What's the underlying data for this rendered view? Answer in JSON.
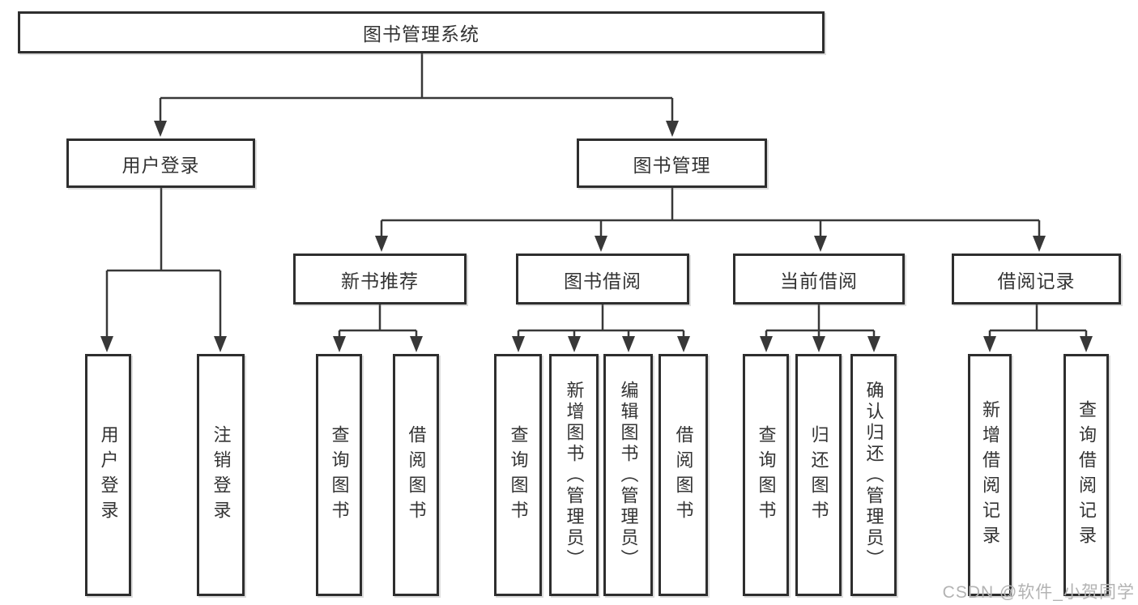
{
  "diagram_title": "图书管理系统",
  "nodes": {
    "root": {
      "label": "图书管理系统"
    },
    "l2": [
      {
        "label": "用户登录"
      },
      {
        "label": "图书管理"
      }
    ],
    "l3": [
      {
        "label": "新书推荐"
      },
      {
        "label": "图书借阅"
      },
      {
        "label": "当前借阅"
      },
      {
        "label": "借阅记录"
      }
    ],
    "leaves": [
      {
        "label": "用户登录",
        "parent": "用户登录"
      },
      {
        "label": "注销登录",
        "parent": "用户登录"
      },
      {
        "label": "查询图书",
        "parent": "新书推荐"
      },
      {
        "label": "借阅图书",
        "parent": "新书推荐"
      },
      {
        "label": "查询图书",
        "parent": "图书借阅"
      },
      {
        "label": "新增图书（管理员）",
        "parent": "图书借阅"
      },
      {
        "label": "编辑图书（管理员）",
        "parent": "图书借阅"
      },
      {
        "label": "借阅图书",
        "parent": "图书借阅"
      },
      {
        "label": "查询图书",
        "parent": "当前借阅"
      },
      {
        "label": "归还图书",
        "parent": "当前借阅"
      },
      {
        "label": "确认归还（管理员）",
        "parent": "当前借阅"
      },
      {
        "label": "新增借阅记录",
        "parent": "借阅记录"
      },
      {
        "label": "查询借阅记录",
        "parent": "借阅记录"
      }
    ]
  },
  "watermark": "CSDN @软件_小贺同学",
  "colors": {
    "box_border": "#2e2e2e",
    "connector": "#383838",
    "text": "#333333",
    "watermark": "#b3b3b3",
    "background": "#ffffff"
  }
}
